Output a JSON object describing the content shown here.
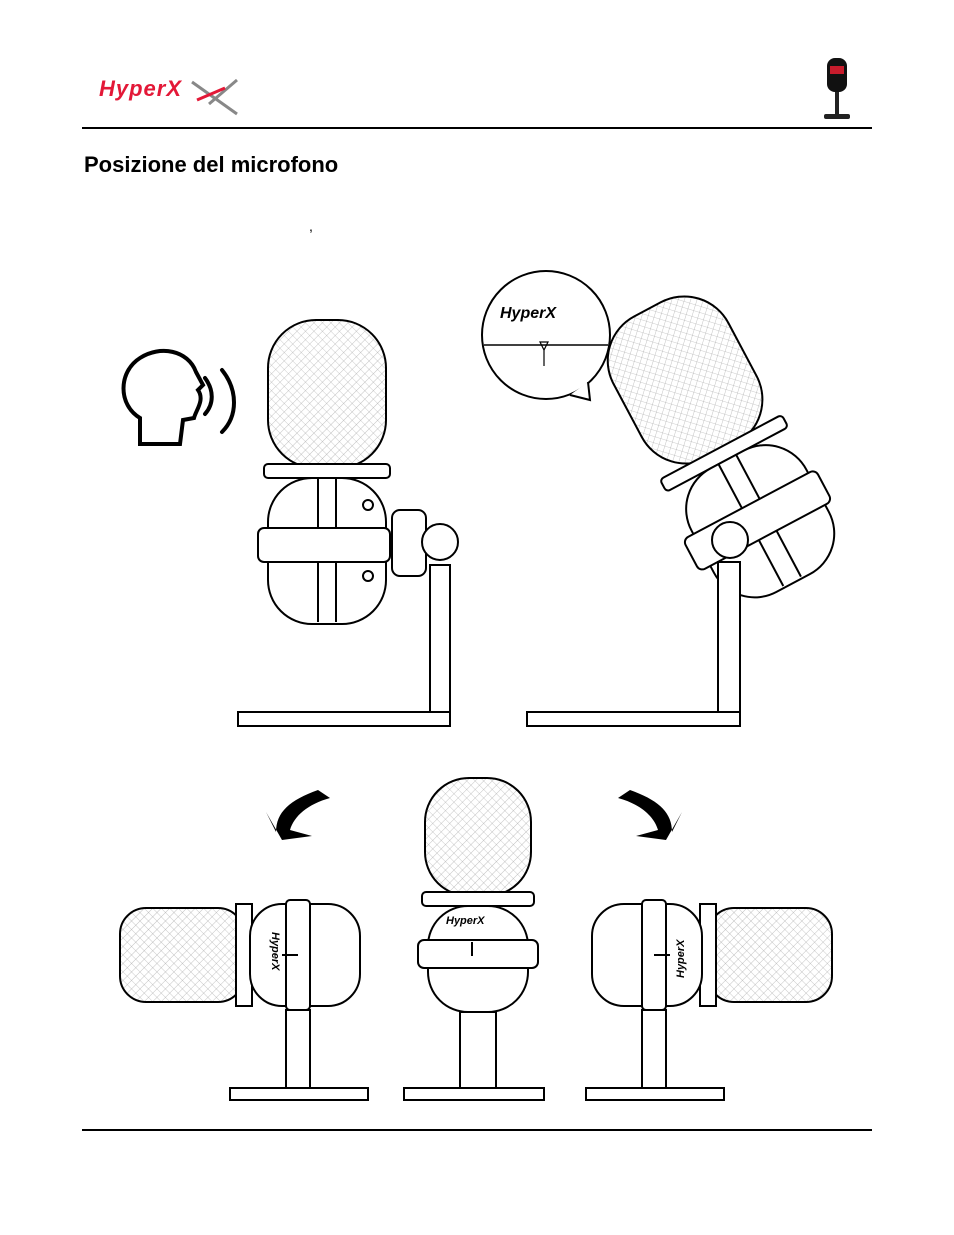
{
  "header": {
    "brand_logo_text": "HyperX",
    "section_title": "Posizione del microfono"
  },
  "body": {
    "stray_mark": ","
  },
  "illustration": {
    "callout_logo_text": "HyperX",
    "front_logo_text": "HyperX",
    "left_logo_text": "HyperX",
    "right_logo_text": "HyperX"
  },
  "colors": {
    "brand_red": "#e31837",
    "line": "#000000",
    "mesh": "#bdbdbd"
  }
}
